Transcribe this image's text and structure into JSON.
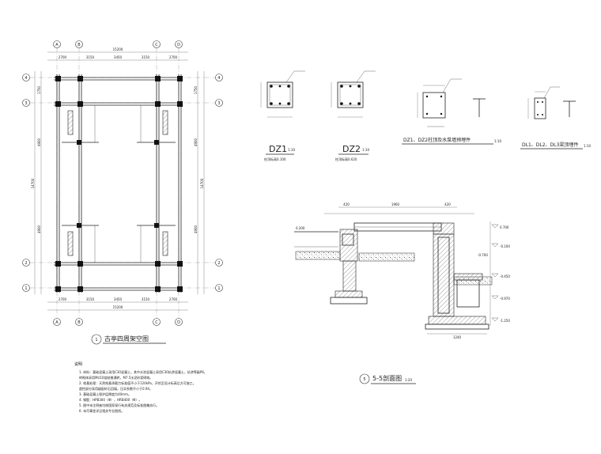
{
  "plan": {
    "axes_top": [
      "A",
      "B",
      "C",
      "D"
    ],
    "axes_left": [
      "4",
      "3",
      "2",
      "1"
    ],
    "overall_width": "15200",
    "spans": [
      "2700",
      "3150",
      "3450",
      "3150",
      "2700"
    ],
    "left_dims": [
      "1750",
      "4900",
      "4900"
    ],
    "overall_height": "14700",
    "title_no": "1",
    "title": "古亭四周架空图"
  },
  "dz1": {
    "label": "DZ1",
    "scale": "1:10",
    "note": "柱顶标高0.100"
  },
  "dz2": {
    "label": "DZ2",
    "scale": "1:10",
    "note": "柱顶标高0.620"
  },
  "embed1": {
    "title": "DZ1、DZ2柱顶及水泵墙预埋件",
    "scale": "1:10"
  },
  "embed2": {
    "title": "DL1、DL2、DL3梁顶埋件",
    "scale": "1:10"
  },
  "section": {
    "no": "5",
    "title": "5-5剖面图",
    "scale": "1:20",
    "top_dims": [
      "420",
      "1960",
      "420"
    ],
    "elevations": [
      "0.700",
      "-0.100",
      "-0.450",
      "-0.970",
      "-1.250",
      "-0.700",
      "0.200"
    ],
    "bottom_dim": "1240"
  },
  "notes": {
    "heading": "说明",
    "lines": [
      "1. 材料：基础混凝土采用C30混凝土，其中水池混凝土采用C30抗渗混凝土，抗渗等级P6。",
      "   砖砌体采用MU10烧结普通砖，M7.5水泥砂浆砌筑。",
      "2. 地基处理：天然地基承载力标准值不小于120kPa，开挖至设计标高后方可施工。",
      "   超挖部分采用级配砂石回填，压实系数不小于0.94。",
      "3. 基础混凝土保护层厚度为40mm。",
      "4. 钢筋：HPB300（Φ），HRB400（Φ）。",
      "5. 图中未注明者均按国家现行有关规范及标准图集执行。",
      "6. 未尽事宜详见相关专业图纸。"
    ]
  }
}
